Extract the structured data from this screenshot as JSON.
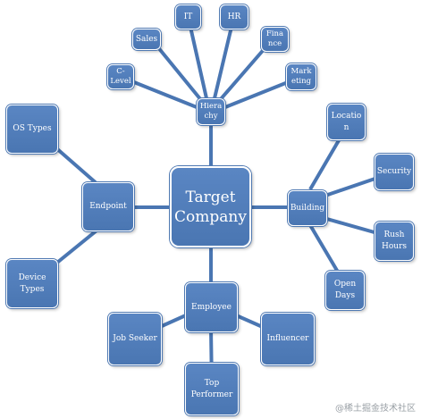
{
  "diagram": {
    "center": "Target\nCompany",
    "hierarchy": {
      "hub": "Hiera\nchy",
      "children": [
        "C-\nLevel",
        "Sales",
        "IT",
        "HR",
        "Fina\nnce",
        "Mark\neting"
      ]
    },
    "endpoint": {
      "hub": "Endpoint",
      "children": [
        "OS Types",
        "Device\nTypes"
      ]
    },
    "building": {
      "hub": "Building",
      "children": [
        "Locatio\nn",
        "Security",
        "Rush\nHours",
        "Open\nDays"
      ]
    },
    "employee": {
      "hub": "Employee",
      "children": [
        "Job Seeker",
        "Influencer",
        "Top\nPerformer"
      ]
    }
  },
  "colors": {
    "node_fill": "#4f7cba",
    "connector": "#4a76b2",
    "text": "#ffffff"
  },
  "watermark": "@稀土掘金技术社区"
}
